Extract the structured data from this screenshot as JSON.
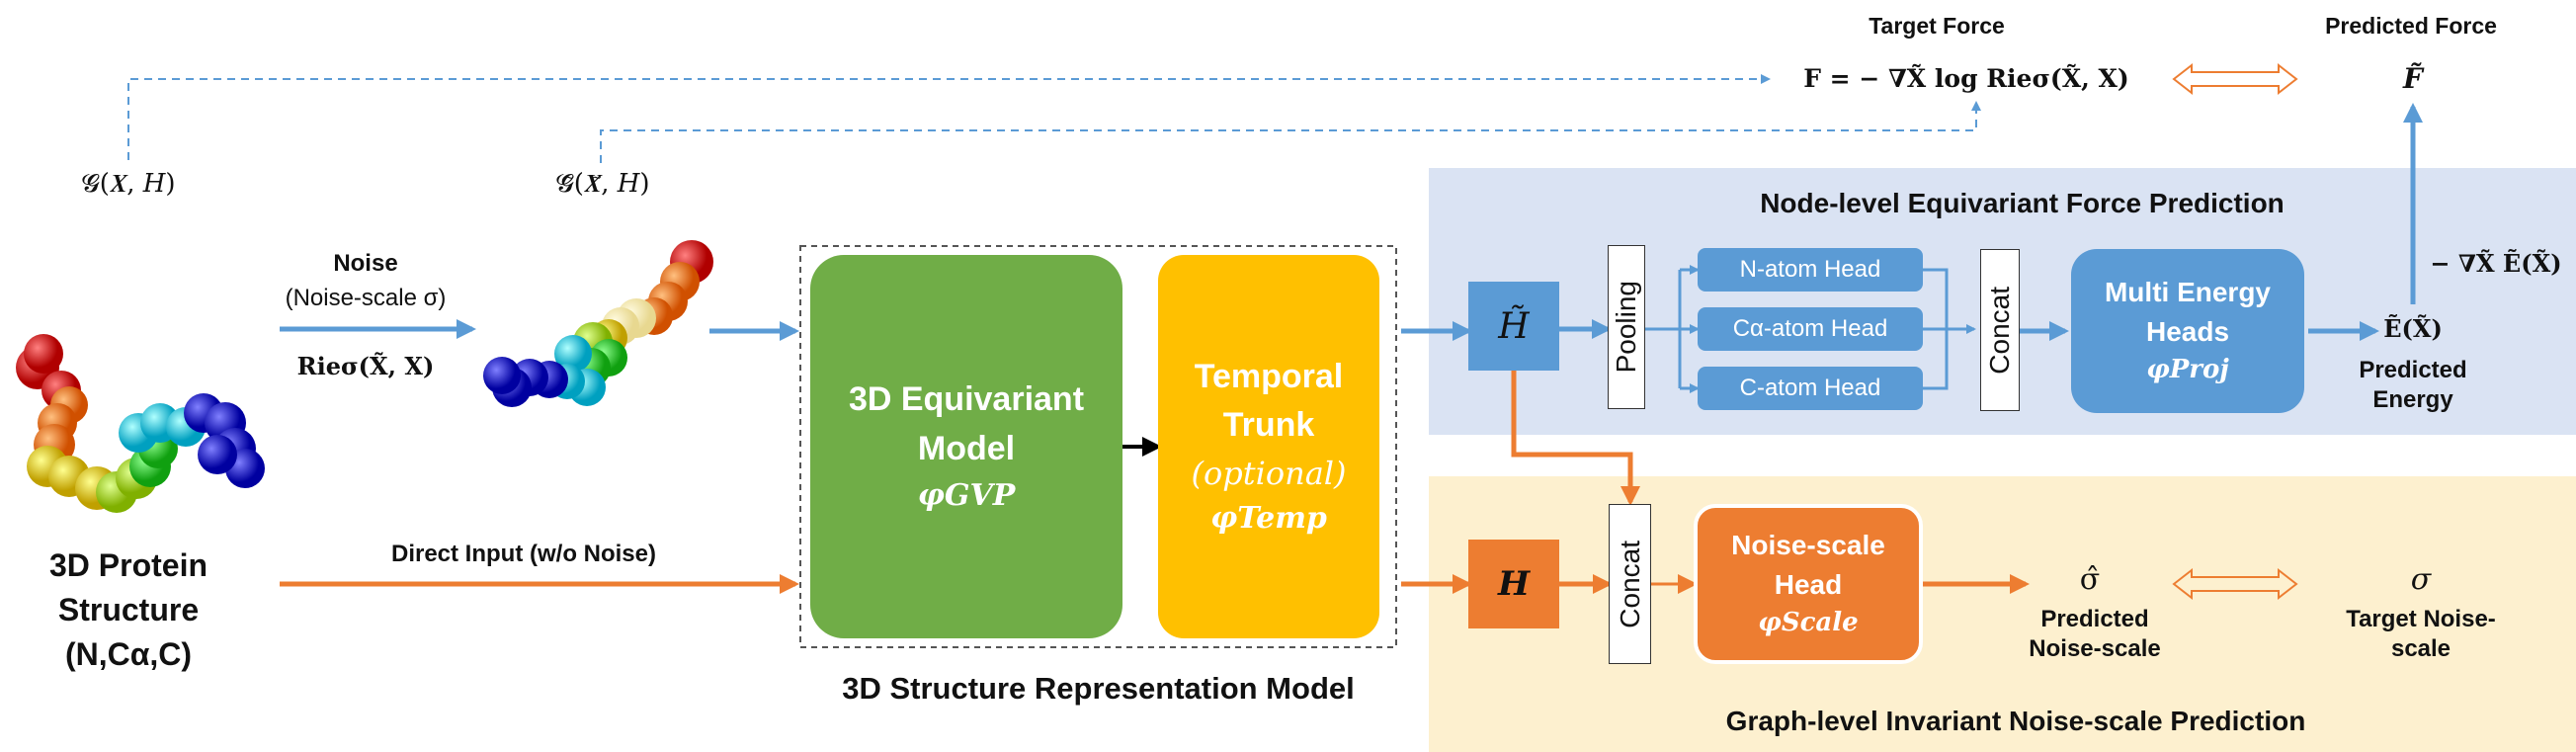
{
  "left": {
    "graph_label": "𝓖(𝑿, 𝐻)",
    "noisy_graph_label": "𝓖̃(𝑿̃, 𝐻)",
    "protein_title_line1": "3D Protein",
    "protein_title_line2": "Structure",
    "protein_title_line3": "(N,Cα,C)",
    "noise_title": "Noise",
    "noise_scale": "(Noise-scale σ)",
    "noise_rie": "Rieσ(X̃, X)",
    "direct_input": "Direct Input (w/o Noise)"
  },
  "model": {
    "equivariant_line1": "3D Equivariant",
    "equivariant_line2": "Model",
    "equivariant_symbol": "φGVP",
    "temporal_line1": "Temporal",
    "temporal_line2": "Trunk",
    "temporal_optional": "(optional)",
    "temporal_symbol": "φTemp",
    "caption": "3D Structure Representation Model"
  },
  "force_panel": {
    "title": "Node-level Equivariant Force Prediction",
    "h_tilde": "H̃",
    "pooling": "Pooling",
    "heads": [
      "N-atom Head",
      "Cα-atom Head",
      "C-atom Head"
    ],
    "concat": "Concat",
    "multi_line1": "Multi Energy",
    "multi_line2": "Heads",
    "multi_symbol": "φProj",
    "energy_symbol": "Ẽ(X̃)",
    "energy_label_line1": "Predicted",
    "energy_label_line2": "Energy",
    "grad_label": "− ∇X̃ Ẽ(X̃)"
  },
  "top": {
    "target_force_title": "Target Force",
    "target_force_formula": "F = − ∇X̃ log Rieσ(X̃, X)",
    "predicted_force_title": "Predicted Force",
    "predicted_force_symbol": "F̃"
  },
  "noise_panel": {
    "title": "Graph-level Invariant Noise-scale Prediction",
    "h_symbol": "H",
    "concat": "Concat",
    "head_line1": "Noise-scale",
    "head_line2": "Head",
    "head_symbol": "φScale",
    "pred_symbol": "σ̂",
    "pred_label_line1": "Predicted",
    "pred_label_line2": "Noise-scale",
    "target_symbol": "σ",
    "target_label_line1": "Target Noise-",
    "target_label_line2": "scale"
  },
  "colors": {
    "blue": "#5b9bd5",
    "orange": "#ed7d31",
    "green": "#70ad47",
    "gold": "#ffc000",
    "blue_panel": "#dae3f3",
    "orange_panel": "#fdf0cf"
  }
}
